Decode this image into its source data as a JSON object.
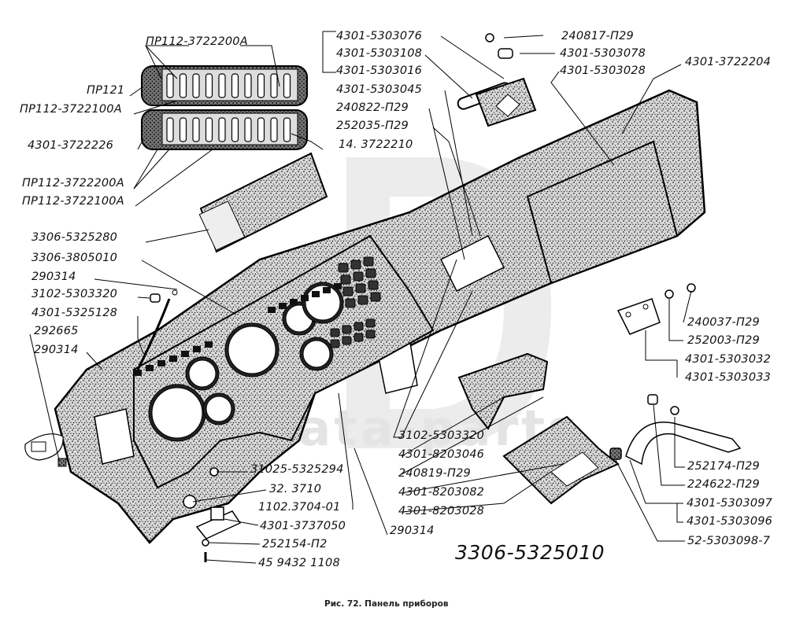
{
  "figure": {
    "caption": "Рис. 72. Панель приборов",
    "assembly_number": "3306-5325010",
    "watermark": "data-parts"
  },
  "labels": {
    "fuse_top": "ПР112-3722200А",
    "fuse_holder": "ПР121",
    "fuse_100a_top": "ПР112-3722100А",
    "fuse_block": "4301-3722226",
    "fuse_200a_bottom": "ПР112-3722200А",
    "fuse_100a_bottom": "ПР112-3722100А",
    "fuse_block_right": "14. 3722210",
    "lock_1": "4301-5303076",
    "lock_2": "4301-5303108",
    "lock_3": "4301-5303016",
    "lock_4": "4301-5303045",
    "screw_240822": "240822-П29",
    "washer_252035": "252035-П29",
    "screw_240817": "240817-П29",
    "plate_5303078": "4301-5303078",
    "lid_5303028": "4301-5303028",
    "bracket_3722204": "4301-3722204",
    "cover_5325280": "3306-5325280",
    "cluster_3805010": "3306-3805010",
    "screw_290314_a": "290314",
    "nut_5303320_a": "3102-5303320",
    "pad_5325128": "4301-5325128",
    "clip_292665": "292665",
    "screw_290314_b": "290314",
    "hinge_screw_240037": "240037-П29",
    "hinge_washer_252003": "252003-П29",
    "hinge_5303032": "4301-5303032",
    "hinge_5303033": "4301-5303033",
    "nut_5303320_b": "3102-5303320",
    "shroud_8203046": "4301-8203046",
    "screw_240819": "240819-П29",
    "handle_8203082": "4301-8203082",
    "tray_8203028": "4301-8203028",
    "plug_5325294": "31025-5325294",
    "switch_3710": "32. 3710",
    "switch_3704": "1102.3704-01",
    "lamp_3737050": "4301-3737050",
    "washer_252154": "252154-П2",
    "screw_459432": "45 9432 1108",
    "screw_290314_c": "290314",
    "washer_252174": "252174-П29",
    "bolt_224622": "224622-П29",
    "strap_5303097": "4301-5303097",
    "strap_5303096": "4301-5303096",
    "bumper_5303098": "52-5303098-7"
  }
}
